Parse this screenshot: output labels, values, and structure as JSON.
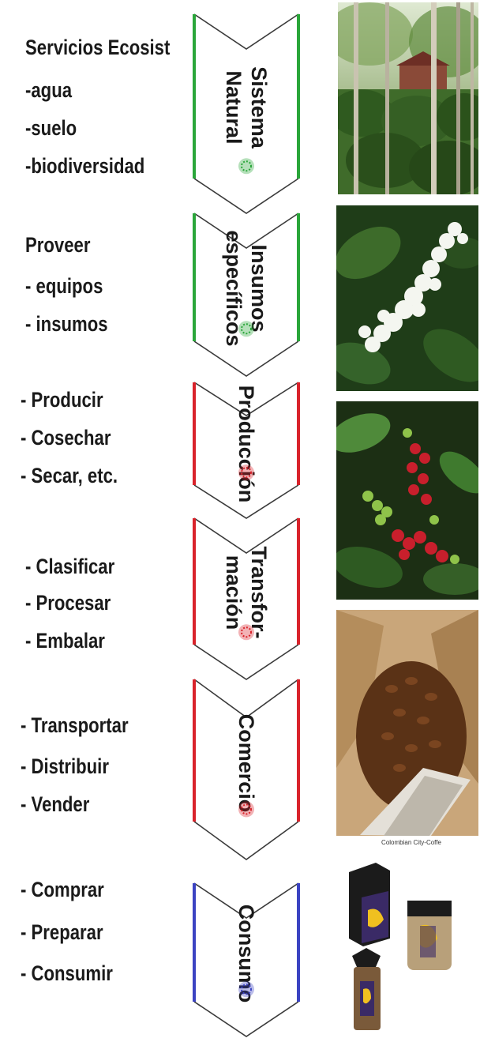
{
  "stages": [
    {
      "id": "sistema-natural",
      "label_lines": [
        "Sistema",
        "Natural"
      ],
      "color": "#2aa63a",
      "icon": "leaf-icon",
      "activities": [
        "Servicios Ecosist",
        "-agua",
        "-suelo",
        "-biodiversidad"
      ]
    },
    {
      "id": "insumos",
      "label_lines": [
        "Insumos",
        "específicos"
      ],
      "color": "#2aa63a",
      "icon": "leaf-icon",
      "activities": [
        "Proveer",
        "- equipos",
        "- insumos"
      ]
    },
    {
      "id": "produccion",
      "label_lines": [
        "Producción"
      ],
      "color": "#d9232b",
      "icon": "coffee-icon",
      "activities": [
        "- Producir",
        "- Cosechar",
        "- Secar, etc."
      ]
    },
    {
      "id": "transformacion",
      "label_lines": [
        "Transfor-",
        "mación"
      ],
      "color": "#d9232b",
      "icon": "coffee-icon",
      "activities": [
        "- Clasificar",
        "- Procesar",
        "- Embalar"
      ]
    },
    {
      "id": "comercio",
      "label_lines": [
        "Comercio"
      ],
      "color": "#d9232b",
      "icon": "coffee-icon",
      "activities": [
        "- Transportar",
        "- Distribuir",
        "- Vender"
      ]
    },
    {
      "id": "consumo",
      "label_lines": [
        "Consumo"
      ],
      "color": "#3b43c2",
      "icon": "consumer-icon",
      "activities": [
        "- Comprar",
        "- Preparar",
        "- Consumir"
      ]
    }
  ],
  "photos": {
    "forest": "shade-coffee-forest-photo",
    "flowers": "coffee-flowers-photo",
    "cherries": "coffee-cherries-photo",
    "beans": "coffee-beans-sack-photo",
    "products": "instant-coffee-jars-photo",
    "caption": "Colombian City-Coffe"
  }
}
